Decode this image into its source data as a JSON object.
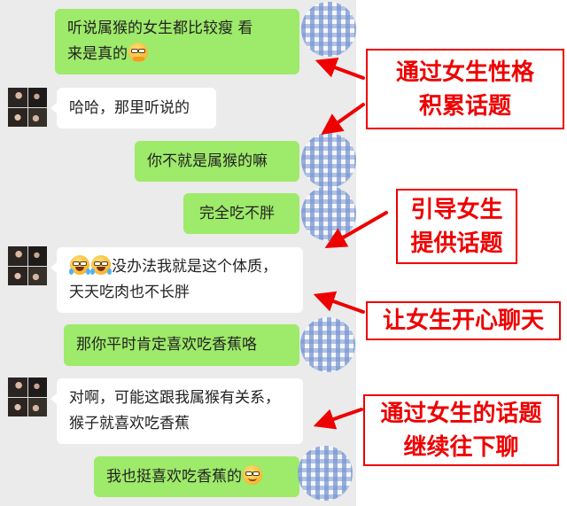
{
  "colors": {
    "chat_background": "#ebebeb",
    "sent_bubble": "#9eea6a",
    "received_bubble": "#ffffff",
    "annotation_red": "#ee0000",
    "avatar_gingham": "#7896d2"
  },
  "messages": [
    {
      "side": "sent",
      "lines": [
        "听说属猴的女生都比较瘦  看",
        "来是真的"
      ],
      "emoji_after": "smirk-emoji"
    },
    {
      "side": "received",
      "lines": [
        "哈哈，那里听说的"
      ]
    },
    {
      "side": "sent",
      "lines": [
        "你不就是属猴的嘛"
      ]
    },
    {
      "side": "sent",
      "lines": [
        "完全吃不胖"
      ]
    },
    {
      "side": "received",
      "lines": [
        "没办法我就是这个体质，",
        "天天吃肉也不长胖"
      ],
      "emoji_before": [
        "tears-of-joy-emoji",
        "tears-of-joy-emoji"
      ]
    },
    {
      "side": "sent",
      "lines": [
        "那你平时肯定喜欢吃香蕉咯"
      ]
    },
    {
      "side": "received",
      "lines": [
        "对啊，可能这跟我属猴有关系，",
        "猴子就喜欢吃香蕉"
      ]
    },
    {
      "side": "sent",
      "lines": [
        "我也挺喜欢吃香蕉的"
      ],
      "emoji_after": "grin-emoji"
    }
  ],
  "annotations": [
    {
      "lines": [
        "通过女生性格",
        "积累话题"
      ]
    },
    {
      "lines": [
        "引导女生",
        "提供话题"
      ]
    },
    {
      "lines": [
        "让女生开心聊天"
      ]
    },
    {
      "lines": [
        "通过女生的话题",
        "继续往下聊"
      ]
    }
  ]
}
